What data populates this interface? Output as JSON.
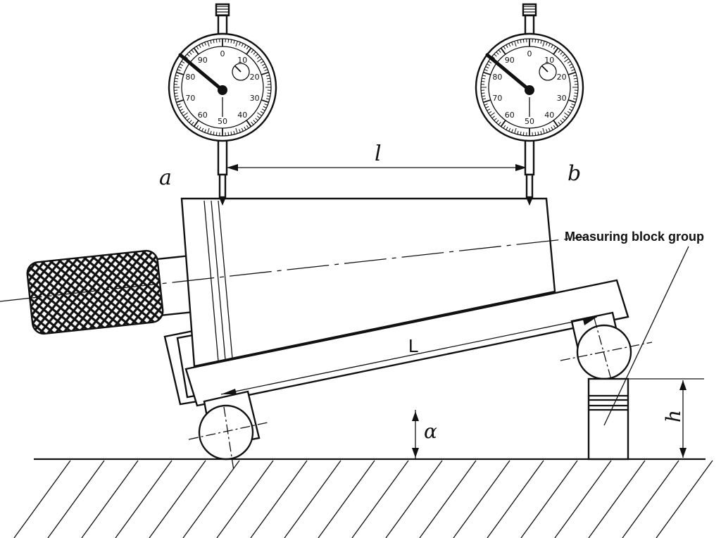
{
  "labels": {
    "point_a": "a",
    "point_b": "b",
    "gauge_distance": "l",
    "roller_distance": "L",
    "angle": "α",
    "block_height": "h",
    "measuring_block_group": "Measuring block group"
  },
  "dial_numbers": [
    "0",
    "10",
    "20",
    "30",
    "40",
    "50",
    "60",
    "70",
    "80",
    "90"
  ]
}
